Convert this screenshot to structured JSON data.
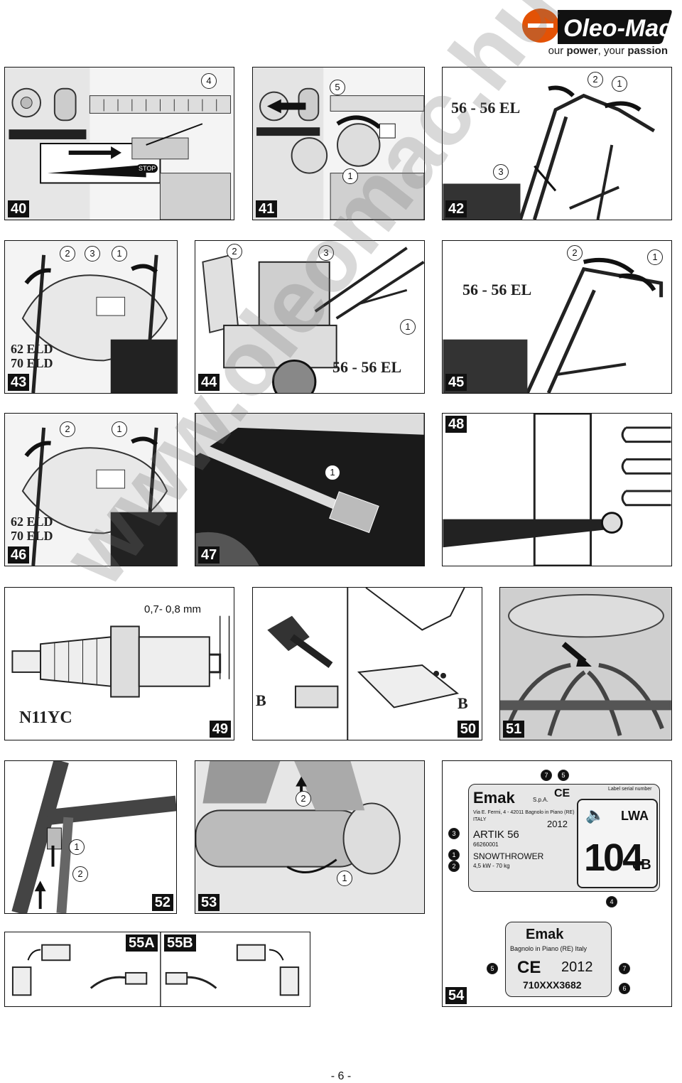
{
  "header": {
    "brand": "Oleo-Mac",
    "tagline_prefix": "our ",
    "tagline_b1": "power",
    "tagline_mid": ", your ",
    "tagline_b2": "passion",
    "accent": "#e35205"
  },
  "watermark": "www.oleomac.hu",
  "figures": {
    "f40": "40",
    "f41": "41",
    "f42": "42",
    "f43": "43",
    "f44": "44",
    "f45": "45",
    "f46": "46",
    "f47": "47",
    "f48": "48",
    "f49": "49",
    "f50": "50",
    "f51": "51",
    "f52": "52",
    "f53": "53",
    "f54": "54",
    "f55a": "55A",
    "f55b": "55B"
  },
  "models": {
    "m56": "56 - 56 EL",
    "m62": "62 ELD",
    "m70": "70 ELD"
  },
  "callouts": {
    "c1": "1",
    "c2": "2",
    "c3": "3",
    "c4": "4",
    "c5": "5"
  },
  "fig40": {
    "stop": "STOP"
  },
  "fig49": {
    "gap": "0,7- 0,8 mm",
    "plug": "N11YC"
  },
  "fig50": {
    "b": "B"
  },
  "label": {
    "brand": "Emak",
    "spa": "S.p.A.",
    "serial_caption": "Label serial number",
    "address": "Via E. Fermi, 4 - 42011 Bagnolo in Piano (RE)",
    "country": "ITALY",
    "year": "2012",
    "model": "ARTIK 56",
    "code": "66260001",
    "type": "SNOWTHROWER",
    "power": "4,5 kW - 70 kg",
    "lwa": "LWA",
    "db_value": "104",
    "db_unit": "dB",
    "ce": "CE",
    "brand2": "Emak",
    "town": "Bagnolo in Piano (RE) Italy",
    "year2": "2012",
    "serial": "710XXX3682",
    "n1": "1",
    "n2": "2",
    "n3": "3",
    "n4": "4",
    "n5": "5",
    "n6": "6",
    "n7": "7"
  },
  "page_number": "- 6 -"
}
